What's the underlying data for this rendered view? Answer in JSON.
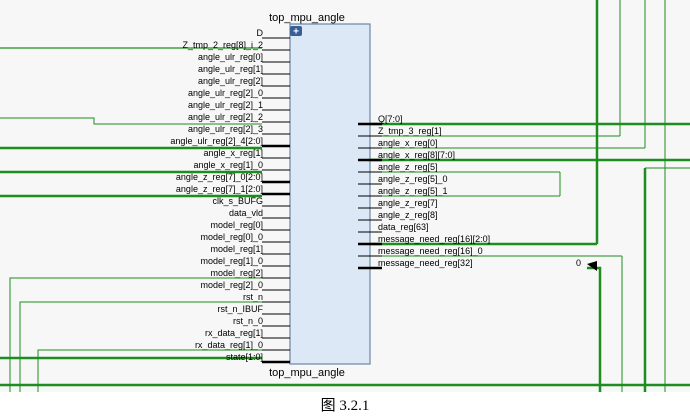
{
  "diagram": {
    "block_name": "top_mpu_angle",
    "expand_button": "+",
    "input_pins": [
      {
        "label": "D",
        "bus": false
      },
      {
        "label": "Z_tmp_2_reg[8]_i_2",
        "bus": false
      },
      {
        "label": "angle_ulr_reg[0]",
        "bus": false
      },
      {
        "label": "angle_ulr_reg[1]",
        "bus": false
      },
      {
        "label": "angle_ulr_reg[2]",
        "bus": false
      },
      {
        "label": "angle_ulr_reg[2]_0",
        "bus": false
      },
      {
        "label": "angle_ulr_reg[2]_1",
        "bus": false
      },
      {
        "label": "angle_ulr_reg[2]_2",
        "bus": false
      },
      {
        "label": "angle_ulr_reg[2]_3",
        "bus": false
      },
      {
        "label": "angle_ulr_reg[2]_4[2:0]",
        "bus": true
      },
      {
        "label": "angle_x_reg[1]",
        "bus": false
      },
      {
        "label": "angle_x_reg[1]_0",
        "bus": false
      },
      {
        "label": "angle_z_reg[7]_0[2:0]",
        "bus": true
      },
      {
        "label": "angle_z_reg[7]_1[2:0]",
        "bus": true
      },
      {
        "label": "clk_s_BUFG",
        "bus": false
      },
      {
        "label": "data_vld",
        "bus": false
      },
      {
        "label": "model_reg[0]",
        "bus": false
      },
      {
        "label": "model_reg[0]_0",
        "bus": false
      },
      {
        "label": "model_reg[1]",
        "bus": false
      },
      {
        "label": "model_reg[1]_0",
        "bus": false
      },
      {
        "label": "model_reg[2]",
        "bus": false
      },
      {
        "label": "model_reg[2]_0",
        "bus": false
      },
      {
        "label": "rst_n",
        "bus": false
      },
      {
        "label": "rst_n_IBUF",
        "bus": false
      },
      {
        "label": "rst_n_0",
        "bus": false
      },
      {
        "label": "rx_data_reg[1]",
        "bus": false
      },
      {
        "label": "rx_data_reg[1]_0",
        "bus": false
      },
      {
        "label": "state[1:0]",
        "bus": true
      }
    ],
    "output_pins": [
      {
        "label": "Q[7:0]",
        "bus": true
      },
      {
        "label": "Z_tmp_3_reg[1]",
        "bus": false
      },
      {
        "label": "angle_x_reg[0]",
        "bus": false
      },
      {
        "label": "angle_x_reg[8][7:0]",
        "bus": true
      },
      {
        "label": "angle_z_reg[5]",
        "bus": false
      },
      {
        "label": "angle_z_reg[5]_0",
        "bus": false
      },
      {
        "label": "angle_z_reg[5]_1",
        "bus": false
      },
      {
        "label": "angle_z_reg[7]",
        "bus": false
      },
      {
        "label": "angle_z_reg[8]",
        "bus": false
      },
      {
        "label": "data_reg[63]",
        "bus": false
      },
      {
        "label": "message_need_reg[16][2:0]",
        "bus": true
      },
      {
        "label": "message_need_reg[16]_0",
        "bus": false
      },
      {
        "label": "message_need_reg[32]",
        "bus": true
      }
    ],
    "side_marker": "0"
  },
  "caption": "图 3.2.1",
  "colors": {
    "canvas": "#f7f7f7",
    "wire": "#1e8c1e",
    "block_fill": "#dde8f6",
    "block_border": "#6f86a6",
    "pin": "#000000",
    "button": "#3a5f96"
  }
}
